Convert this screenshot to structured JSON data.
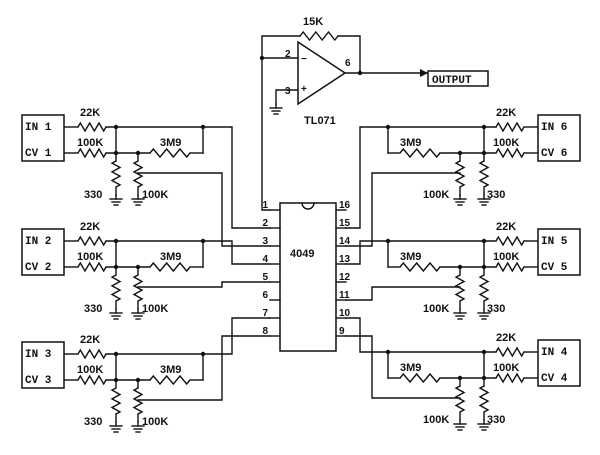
{
  "inputs": {
    "in1": "IN 1",
    "cv1": "CV 1",
    "in2": "IN 2",
    "cv2": "CV 2",
    "in3": "IN 3",
    "cv3": "CV 3",
    "in4": "IN 4",
    "cv4": "CV 4",
    "in5": "IN 5",
    "cv5": "CV 5",
    "in6": "IN 6",
    "cv6": "CV 6"
  },
  "output_label": "OUTPUT",
  "components": {
    "r_in": "22K",
    "r_cv": "100K",
    "r_feed": "3M9",
    "r_shunt": "330",
    "r_bias": "100K",
    "r_fb": "15K"
  },
  "ic": {
    "label": "4049",
    "pins_left": [
      "1",
      "2",
      "3",
      "4",
      "5",
      "6",
      "7",
      "8"
    ],
    "pins_right": [
      "16",
      "15",
      "14",
      "13",
      "12",
      "11",
      "10",
      "9"
    ]
  },
  "opamp": {
    "label": "TL071",
    "pin_inv": "2",
    "pin_noninv": "3",
    "pin_out": "6",
    "minus": "−",
    "plus": "+"
  }
}
